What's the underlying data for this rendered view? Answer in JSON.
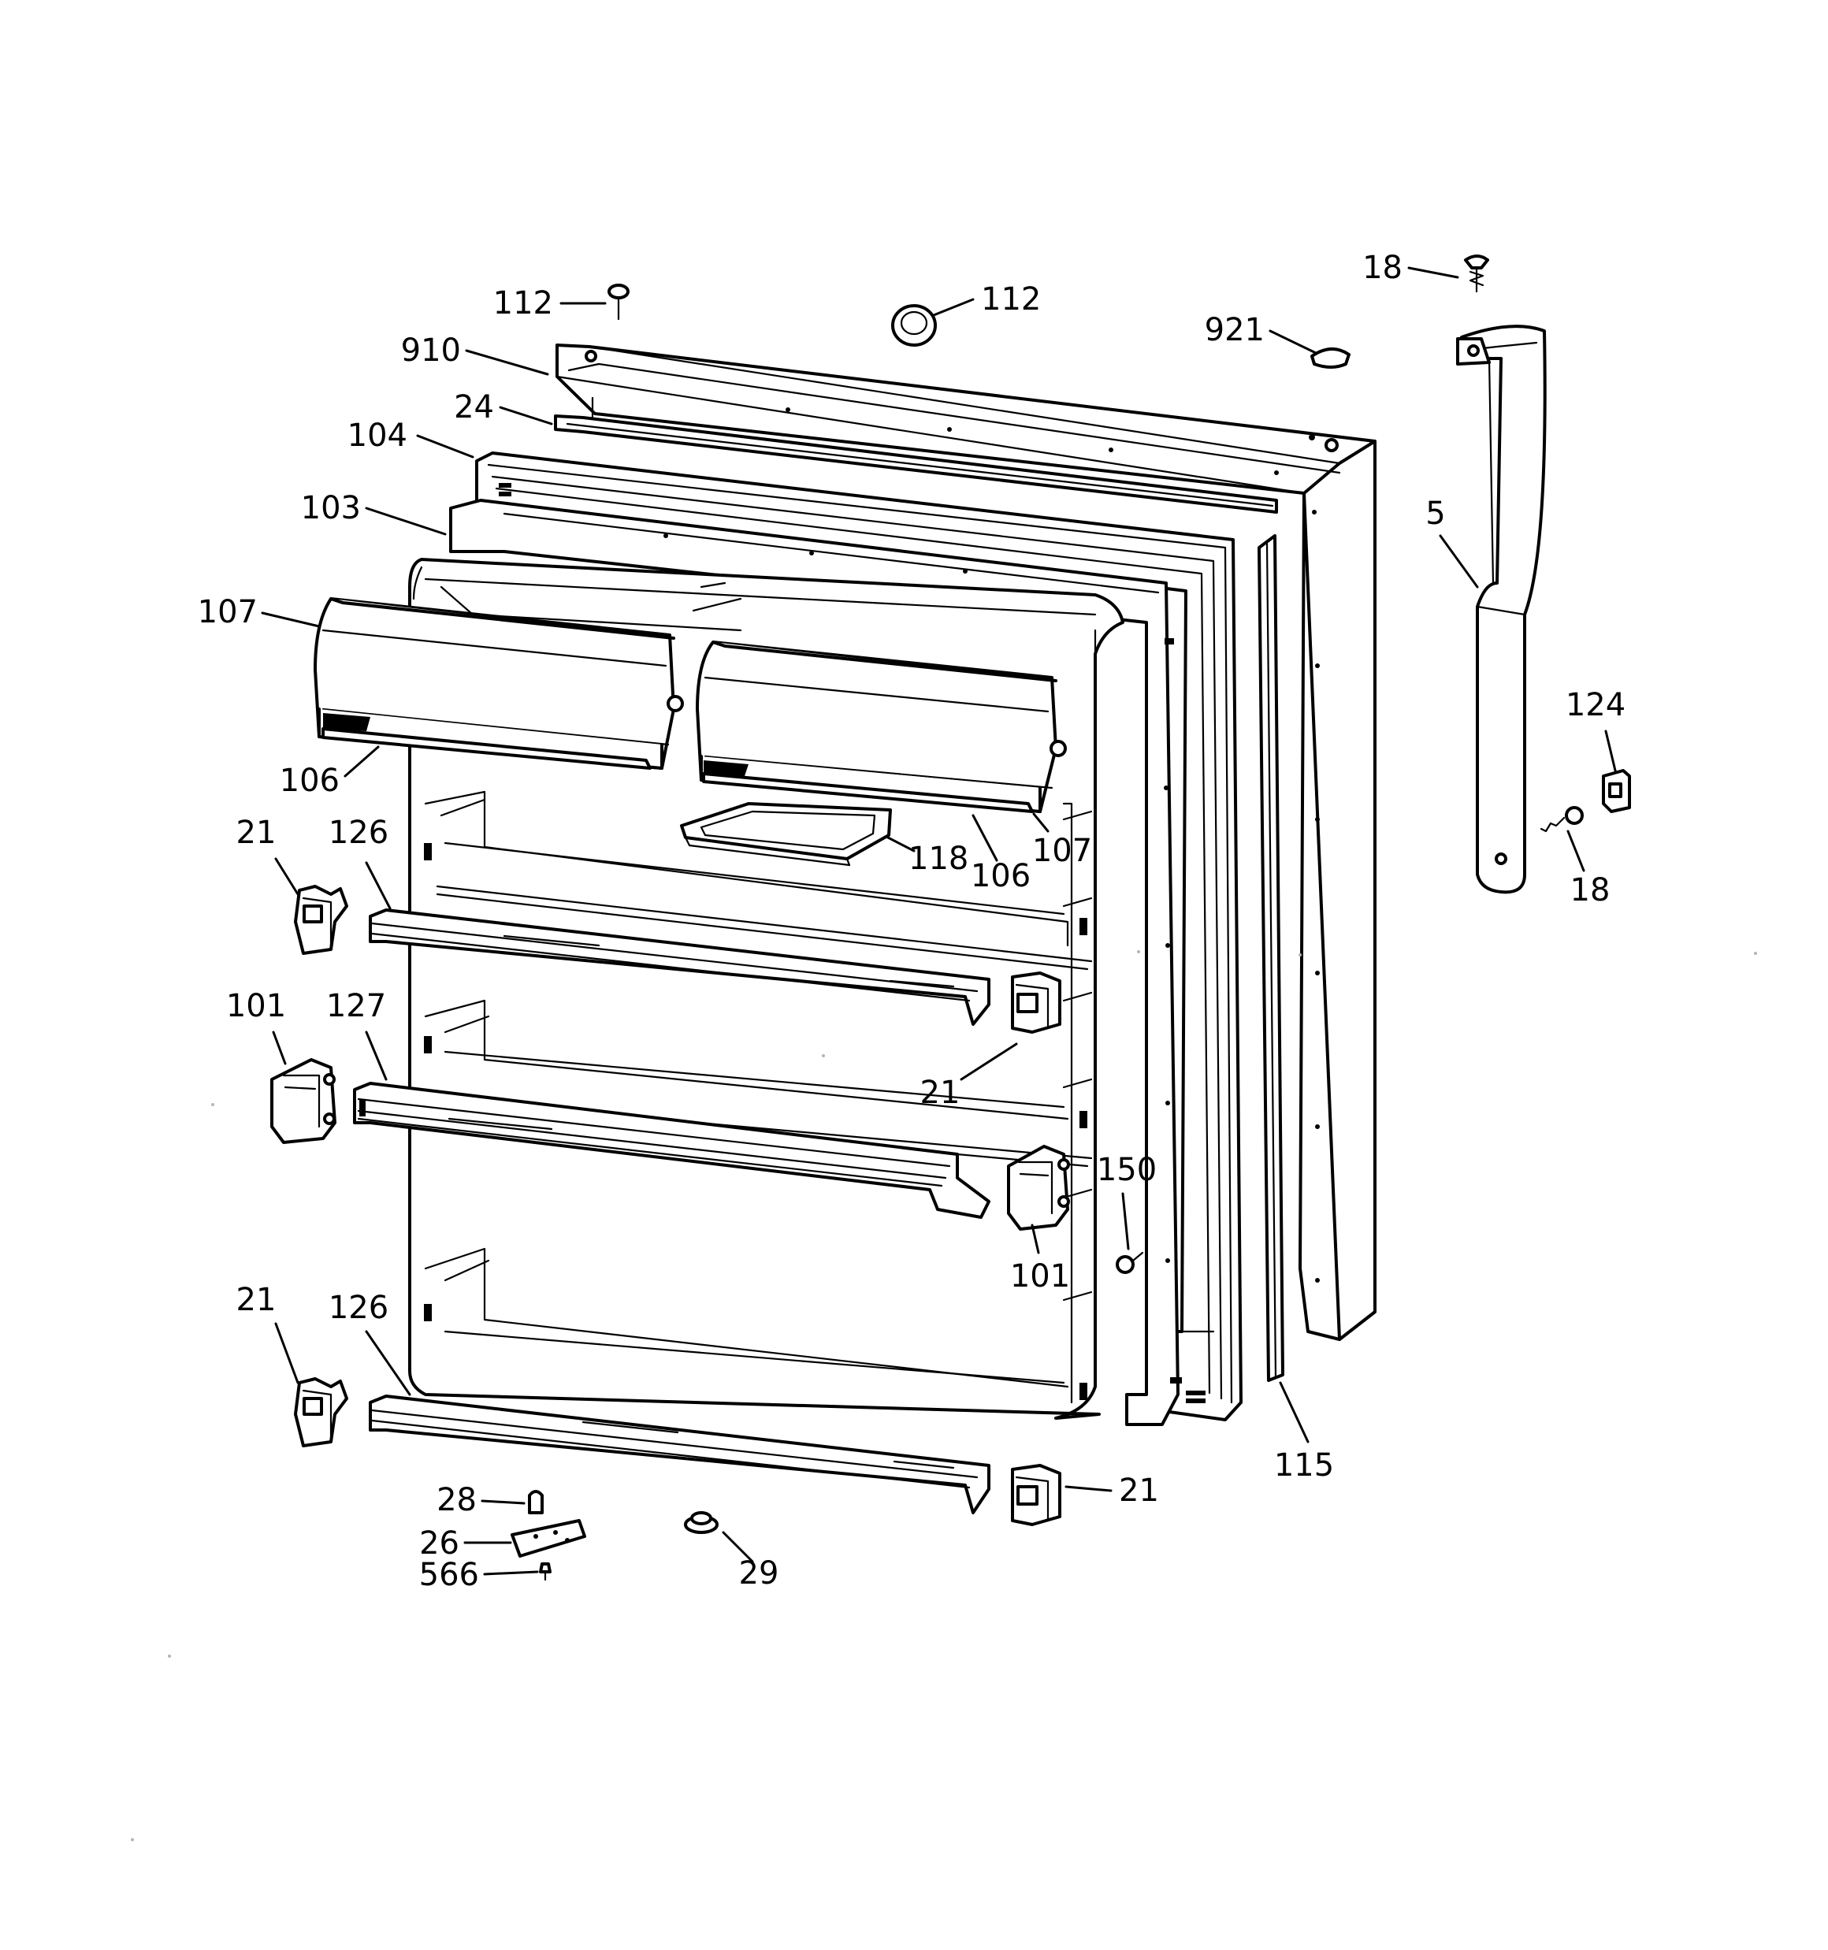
{
  "colors": {
    "ink": "#000000",
    "paper": "#ffffff"
  },
  "labels": [
    {
      "id": "l112a",
      "text": "112"
    },
    {
      "id": "l112b",
      "text": "112"
    },
    {
      "id": "l18a",
      "text": "18"
    },
    {
      "id": "l921",
      "text": "921"
    },
    {
      "id": "l910",
      "text": "910"
    },
    {
      "id": "l24",
      "text": "24"
    },
    {
      "id": "l104",
      "text": "104"
    },
    {
      "id": "l103",
      "text": "103"
    },
    {
      "id": "l5",
      "text": "5"
    },
    {
      "id": "l107a",
      "text": "107"
    },
    {
      "id": "l106a",
      "text": "106"
    },
    {
      "id": "l124",
      "text": "124"
    },
    {
      "id": "l18b",
      "text": "18"
    },
    {
      "id": "l21a",
      "text": "21"
    },
    {
      "id": "l126a",
      "text": "126"
    },
    {
      "id": "l118",
      "text": "118"
    },
    {
      "id": "l106b",
      "text": "106"
    },
    {
      "id": "l107b",
      "text": "107"
    },
    {
      "id": "l101a",
      "text": "101"
    },
    {
      "id": "l127",
      "text": "127"
    },
    {
      "id": "l21b",
      "text": "21"
    },
    {
      "id": "l150",
      "text": "150"
    },
    {
      "id": "l101b",
      "text": "101"
    },
    {
      "id": "l21c",
      "text": "21"
    },
    {
      "id": "l126b",
      "text": "126"
    },
    {
      "id": "l115",
      "text": "115"
    },
    {
      "id": "l28",
      "text": "28"
    },
    {
      "id": "l21d",
      "text": "21"
    },
    {
      "id": "l26",
      "text": "26"
    },
    {
      "id": "l566",
      "text": "566"
    },
    {
      "id": "l29",
      "text": "29"
    }
  ]
}
